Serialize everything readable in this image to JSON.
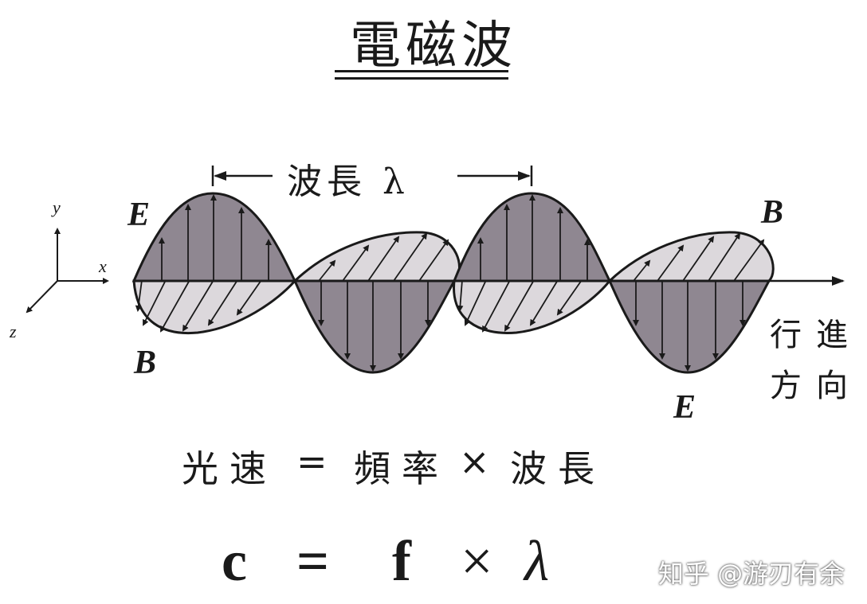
{
  "title": "電磁波",
  "wavelength_label": "波長 λ",
  "field_labels": {
    "e_left": "E",
    "b_left": "B",
    "b_right": "B",
    "e_right": "E"
  },
  "axes": {
    "x": "x",
    "y": "y",
    "z": "z"
  },
  "direction_label": {
    "line1": "行進",
    "line2": "方向"
  },
  "equation_text": {
    "lhs": "光速",
    "eq": "=",
    "f": "頻率",
    "times": "×",
    "lambda": "波長"
  },
  "equation_symbols": {
    "c": "c",
    "eq": "=",
    "f": "f",
    "times": "×",
    "lambda": "λ"
  },
  "watermark": "知乎 @游刃有余",
  "colors": {
    "e_fill": "#8f8791",
    "b_fill": "#dcd8dc",
    "ink": "#1a1a1a"
  }
}
